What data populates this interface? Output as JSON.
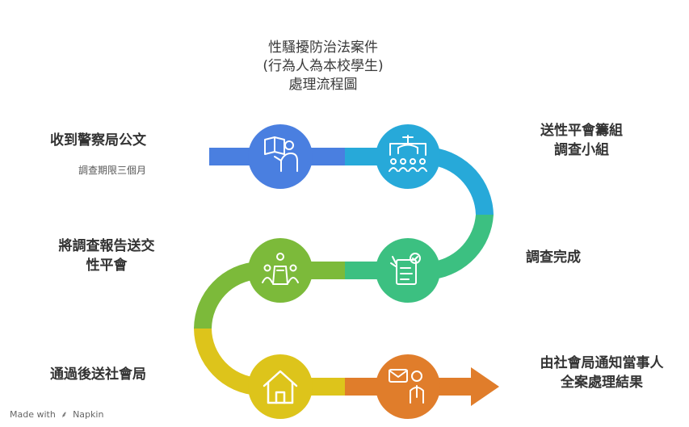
{
  "title": {
    "line1": "性騷擾防治法案件",
    "line2": "(行為人為本校學生)",
    "line3": "處理流程圖"
  },
  "steps": [
    {
      "id": "receive",
      "label": "收到警察局公文",
      "sub": "調查期限三個月",
      "icon": "document-handover-icon",
      "color": "#4a7fe0"
    },
    {
      "id": "committee",
      "label_line1": "送性平會籌組",
      "label_line2": "調查小組",
      "icon": "committee-group-icon",
      "color": "#27a9d9"
    },
    {
      "id": "complete",
      "label": "調查完成",
      "icon": "checklist-icon",
      "color": "#3cc081"
    },
    {
      "id": "report",
      "label_line1": "將調查報告送交",
      "label_line2": "性平會",
      "icon": "meeting-icon",
      "color": "#7cba3a"
    },
    {
      "id": "social",
      "label": "通過後送社會局",
      "icon": "home-icon",
      "color": "#ddc41b"
    },
    {
      "id": "notify",
      "label_line1": "由社會局通知當事人",
      "label_line2": "全案處理結果",
      "icon": "person-mail-icon",
      "color": "#e07d2b"
    }
  ],
  "footer": {
    "text": "Made with",
    "brand": "Napkin"
  }
}
